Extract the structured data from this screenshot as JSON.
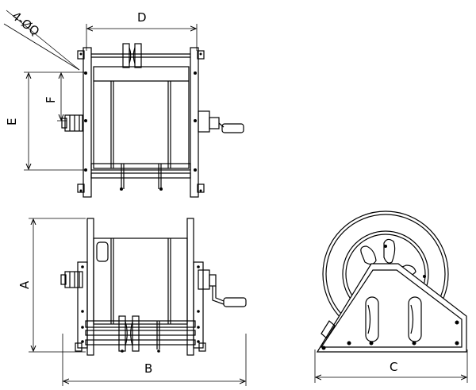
{
  "drawing": {
    "views": [
      {
        "name": "top-view"
      },
      {
        "name": "front-view"
      },
      {
        "name": "side-view"
      }
    ],
    "dimensions": {
      "D": "D",
      "E": "E",
      "F": "F",
      "A": "A",
      "B": "B",
      "C": "C",
      "hole_callout": "4-ØQ"
    },
    "line_color": "#000000",
    "background": "#ffffff"
  }
}
